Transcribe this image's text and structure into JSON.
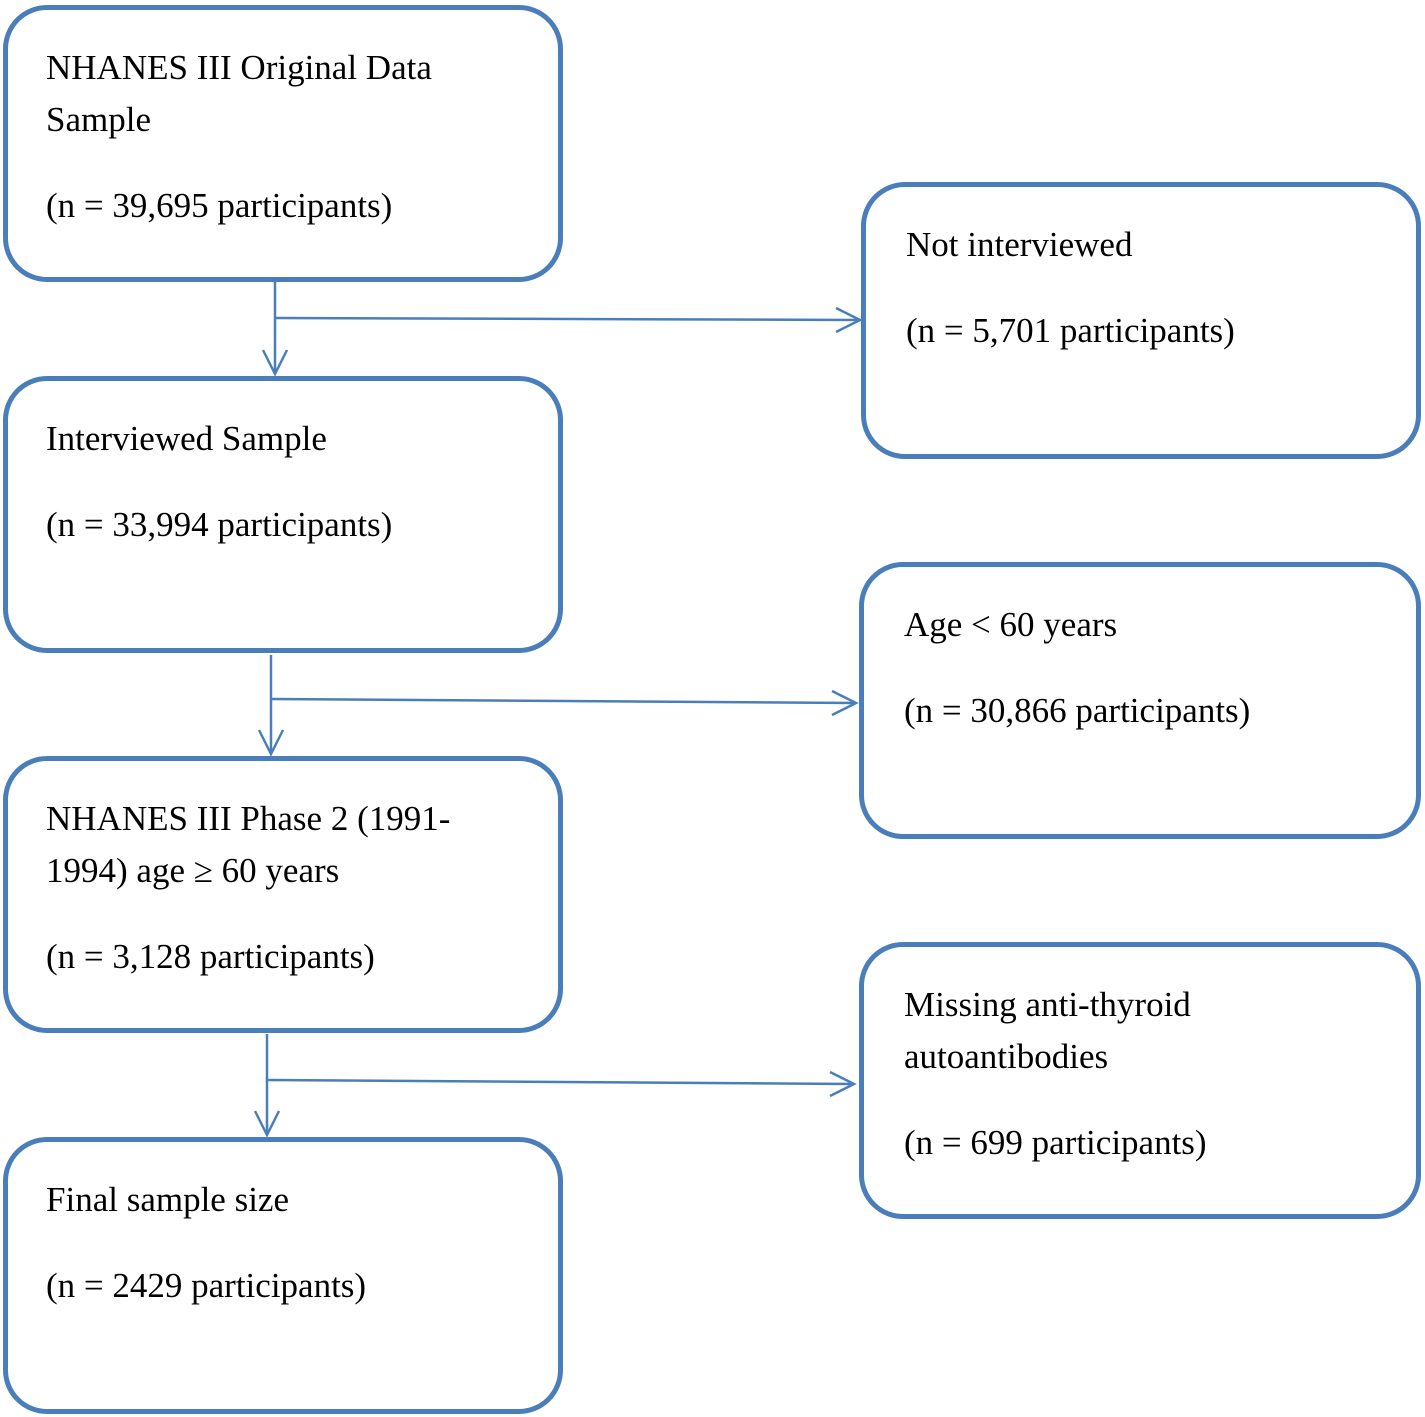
{
  "main_flow": [
    {
      "title": "NHANES III Original Data\nSample",
      "count": "(n = 39,695 participants)"
    },
    {
      "title": "Interviewed Sample",
      "count": "(n = 33,994 participants)"
    },
    {
      "title": "NHANES III Phase 2 (1991-\n1994) age ≥ 60 years",
      "count": "(n = 3,128 participants)"
    },
    {
      "title": "Final sample size",
      "count": "(n = 2429 participants)"
    }
  ],
  "exclusions": [
    {
      "title": "Not interviewed",
      "count": "(n = 5,701 participants)"
    },
    {
      "title": "Age < 60 years",
      "count": "(n = 30,866 participants)"
    },
    {
      "title": "Missing anti-thyroid\nautoantibodies",
      "count": "(n = 699 participants)"
    }
  ],
  "colors": {
    "border": "#4a7ebb",
    "arrow": "#4a7ebb",
    "background": "#ffffff",
    "text": "#000000"
  }
}
